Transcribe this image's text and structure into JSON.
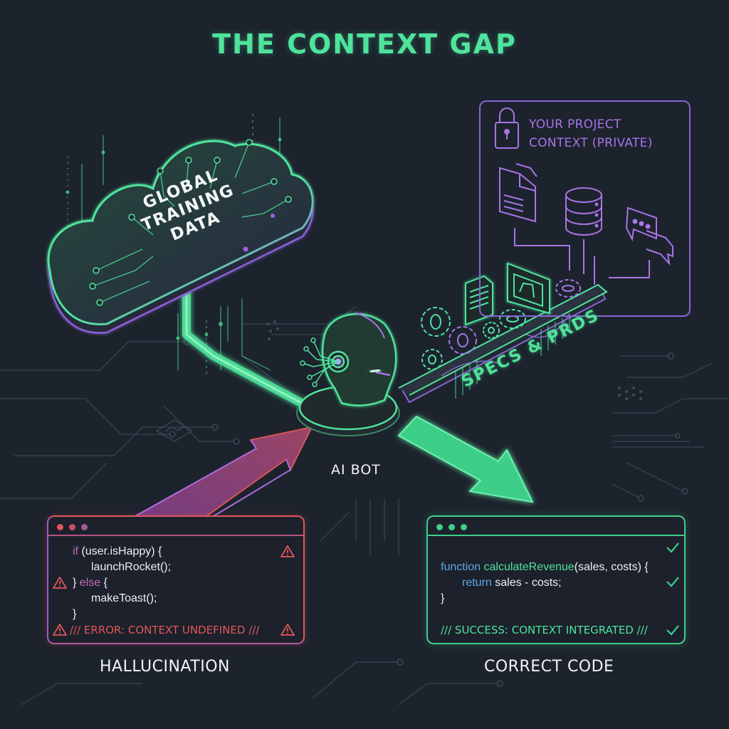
{
  "title": "THE CONTEXT GAP",
  "cloud": {
    "label_lines": [
      "GLOBAL",
      "TRAINING",
      "DATA"
    ],
    "icon": "cloud-circuit-icon"
  },
  "private_context": {
    "title_lines": [
      "YOUR PROJECT",
      "CONTEXT (PRIVATE)"
    ],
    "icons": [
      "lock-icon",
      "document-icon",
      "database-icon",
      "chat-bubbles-icon"
    ]
  },
  "bridge": {
    "label": "SPECS & PRDS",
    "icons": [
      "gear-icon",
      "document-icon",
      "blueprint-icon"
    ]
  },
  "bot": {
    "label": "AI BOT",
    "icon": "robot-head-icon"
  },
  "hallucination_window": {
    "lines": [
      {
        "parts": [
          {
            "t": "if",
            "c": "kw-pink"
          },
          {
            "t": " (user.isHappy) {",
            "c": ""
          }
        ]
      },
      {
        "parts": [
          {
            "t": "launchRocket();",
            "c": ""
          }
        ]
      },
      {
        "parts": [
          {
            "t": "} ",
            "c": ""
          },
          {
            "t": "else",
            "c": "kw-pink"
          },
          {
            "t": " {",
            "c": ""
          }
        ]
      },
      {
        "parts": [
          {
            "t": "makeToast();",
            "c": ""
          }
        ]
      },
      {
        "parts": [
          {
            "t": "}",
            "c": ""
          }
        ]
      }
    ],
    "status": "/// ERROR: CONTEXT UNDEFINED ///",
    "status_icon": "warning-icon",
    "dot_colors": [
      "#e2575a",
      "#c8506a",
      "#a55a93"
    ]
  },
  "correct_window": {
    "lines": [
      {
        "parts": [
          {
            "t": "function",
            "c": "kw-blue"
          },
          {
            "t": " calculateRevenue",
            "c": "fn-green"
          },
          {
            "t": "(sales, costs) {",
            "c": ""
          }
        ]
      },
      {
        "parts": [
          {
            "t": "return",
            "c": "kw-blue"
          },
          {
            "t": " sales - costs;",
            "c": ""
          }
        ]
      },
      {
        "parts": [
          {
            "t": "}",
            "c": ""
          }
        ]
      }
    ],
    "status": "/// SUCCESS: CONTEXT INTEGRATED ///",
    "status_icon": "check-icon",
    "dot_colors": [
      "#3ecf89",
      "#3ecf89",
      "#3ecf89"
    ]
  },
  "labels": {
    "left": "HALLUCINATION",
    "right": "CORRECT CODE"
  },
  "colors": {
    "background": "#1c232d",
    "green": "#4fe39c",
    "purple": "#8a63d2",
    "red": "#e2575a",
    "blue": "#5ea8e8"
  }
}
